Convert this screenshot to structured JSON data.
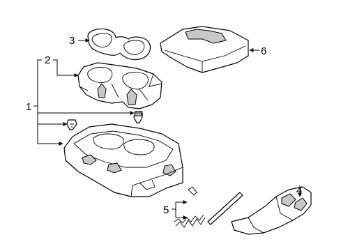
{
  "callouts": {
    "c1": "1",
    "c2": "2",
    "c3": "3",
    "c4": "4",
    "c5": "5",
    "c6": "6"
  },
  "colors": {
    "line": "#000000",
    "shade": "#c8c8c8",
    "background": "#ffffff"
  }
}
